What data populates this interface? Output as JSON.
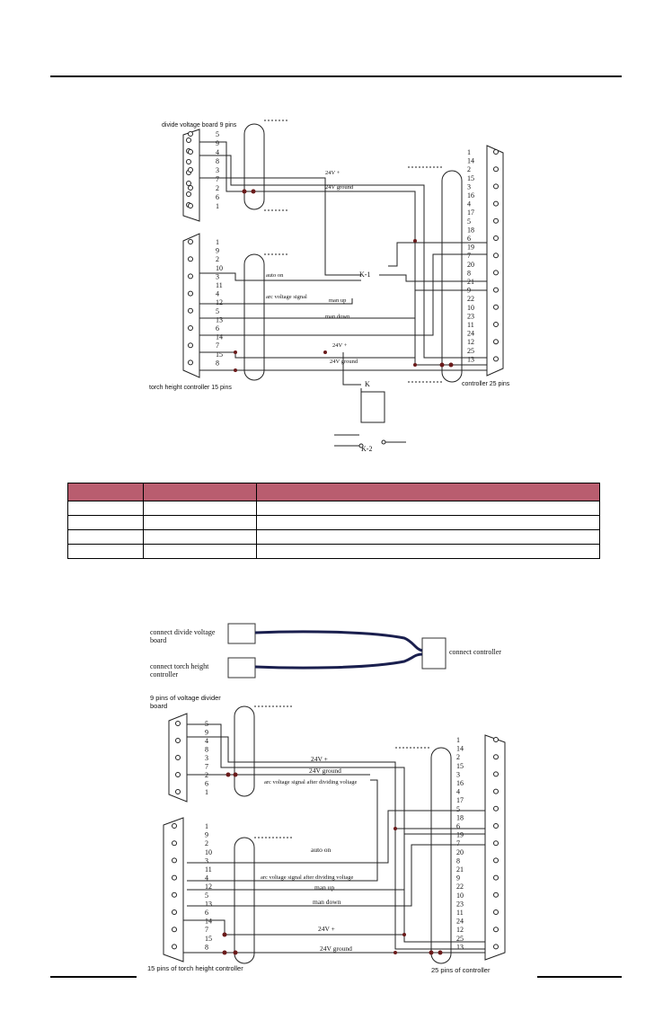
{
  "diagram1": {
    "title_label": "divide voltage board 9 pins",
    "torch_label": "torch height controller 15 pins",
    "controller_label": "controller 25 pins",
    "pins9": [
      "5",
      "9",
      "4",
      "8",
      "3",
      "7",
      "2",
      "6",
      "1"
    ],
    "pins15": [
      "1",
      "9",
      "2",
      "10",
      "3",
      "11",
      "4",
      "12",
      "5",
      "13",
      "6",
      "14",
      "7",
      "15",
      "8"
    ],
    "pins25": [
      "1",
      "14",
      "2",
      "15",
      "3",
      "16",
      "4",
      "17",
      "5",
      "18",
      "6",
      "19",
      "7",
      "20",
      "8",
      "21",
      "9",
      "22",
      "10",
      "23",
      "11",
      "24",
      "12",
      "25",
      "13"
    ],
    "signals": {
      "v24_plus_top": "24V +",
      "v24_ground_top": "24V ground",
      "auto_on": "auto on",
      "arc_voltage": "arc voltage signal",
      "man_up": "man up",
      "man_down": "man down",
      "v24_plus_bottom": "24V +",
      "v24_ground_bottom": "24V ground"
    },
    "relay": {
      "k": "K",
      "k1": "K-1",
      "k2": "K-2"
    }
  },
  "pin_table": {
    "headers": [
      "",
      "",
      ""
    ],
    "rows": [
      [
        "",
        "",
        ""
      ],
      [
        "",
        "",
        ""
      ],
      [
        "",
        "",
        ""
      ],
      [
        "",
        "",
        ""
      ]
    ]
  },
  "diagram2": {
    "connect_divide": [
      "connect divide voltage",
      "board"
    ],
    "connect_torch": [
      "connect torch height",
      "controller"
    ],
    "connect_controller": "connect controller",
    "pins9_label": [
      "9 pins of voltage divider",
      "board"
    ],
    "pins15_label": "15 pins of torch height controller",
    "pins25_label": "25 pins of controller",
    "pins9": [
      "5",
      "9",
      "4",
      "8",
      "3",
      "7",
      "2",
      "6",
      "1"
    ],
    "pins15": [
      "1",
      "9",
      "2",
      "10",
      "3",
      "11",
      "4",
      "12",
      "5",
      "13",
      "6",
      "14",
      "7",
      "15",
      "8"
    ],
    "pins25": [
      "1",
      "14",
      "2",
      "15",
      "3",
      "16",
      "4",
      "17",
      "5",
      "18",
      "6",
      "19",
      "7",
      "20",
      "8",
      "21",
      "9",
      "22",
      "10",
      "23",
      "11",
      "24",
      "12",
      "25",
      "13"
    ],
    "signals": {
      "v24_plus_top": "24V +",
      "v24_ground_top": "24V ground",
      "arc_after_top": "arc voltage signal after dividing voltage",
      "auto_on": "auto on",
      "arc_after_bottom": "arc voltage signal after dividing voltage",
      "man_up": "man up",
      "man_down": "man down",
      "v24_plus_bottom": "24V +",
      "v24_ground_bottom": "24V ground"
    }
  }
}
